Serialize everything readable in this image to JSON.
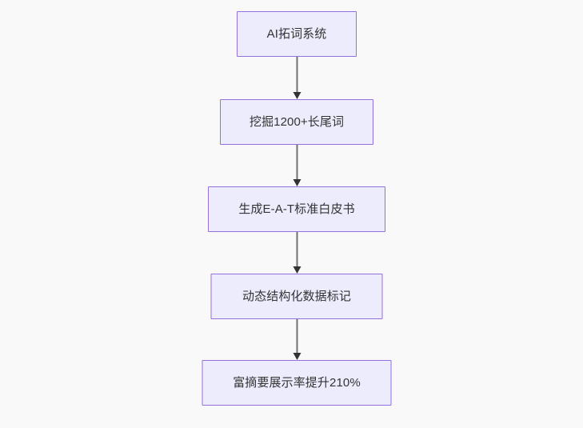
{
  "diagram": {
    "type": "flowchart",
    "direction": "top-to-bottom",
    "background_color": "#f9f9f9",
    "node_fill_color": "#ececfd",
    "node_border_color": "#9370db",
    "node_text_color": "#333333",
    "edge_color": "#707070",
    "arrowhead_color": "#333333",
    "nodes": [
      {
        "id": "n0",
        "label": "AI拓词系统"
      },
      {
        "id": "n1",
        "label": "挖掘1200+长尾词"
      },
      {
        "id": "n2",
        "label": "生成E-A-T标准白皮书"
      },
      {
        "id": "n3",
        "label": "动态结构化数据标记"
      },
      {
        "id": "n4",
        "label": "富摘要展示率提升210%"
      }
    ],
    "edges": [
      {
        "id": "e0",
        "from": "n0",
        "to": "n1",
        "label": ""
      },
      {
        "id": "e1",
        "from": "n1",
        "to": "n2",
        "label": ""
      },
      {
        "id": "e2",
        "from": "n2",
        "to": "n3",
        "label": ""
      },
      {
        "id": "e3",
        "from": "n3",
        "to": "n4",
        "label": ""
      }
    ]
  }
}
